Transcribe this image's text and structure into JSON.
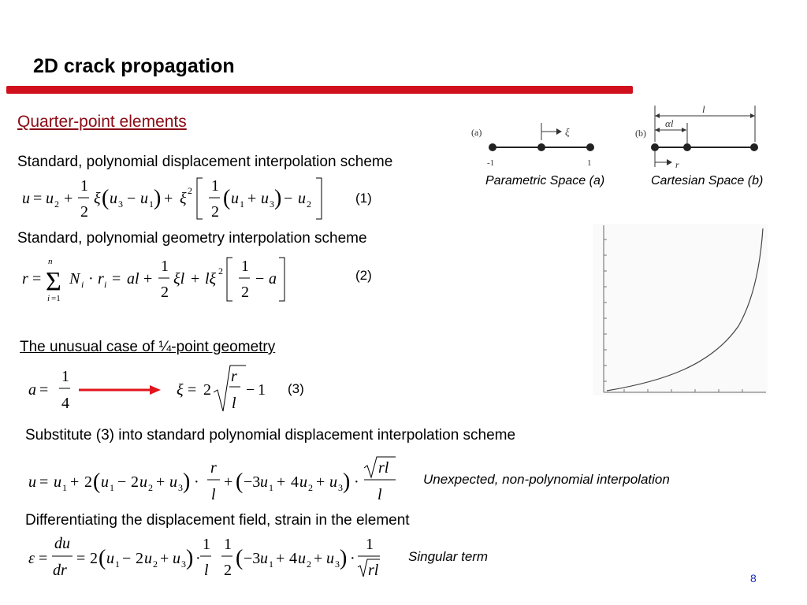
{
  "slide": {
    "title": "2D crack propagation",
    "section_heading": "Quarter-point elements",
    "page_number": "8",
    "accent_color": "#d0101d",
    "heading_color": "#8b0b16"
  },
  "content": {
    "line1": "Standard, polynomial displacement interpolation scheme",
    "eq1_number": "(1)",
    "line2": "Standard, polynomial geometry interpolation scheme",
    "eq2_number": "(2)",
    "line3": "The unusual case of ¼-point geometry",
    "eq3_number": "(3)",
    "line4": "Substitute (3) into standard polynomial displacement interpolation scheme",
    "note4": "Unexpected, non-polynomial interpolation",
    "line5": "Differentiating the displacement field, strain in the element",
    "note5": "Singular term"
  },
  "equations": {
    "eq1": "u = u₂ + ½ξ(u₃ − u₁) + ξ²[½(u₁ + u₃) − u₂]",
    "eq2": "r = Σᵢ₌₁ⁿ Nᵢ · rᵢ = al + ½ξl + lξ²[½ − a]",
    "eq3_left": "a = 1/4",
    "eq3_right": "ξ = 2√(r/l) − 1",
    "eq4": "u = u₁ + 2(u₁ − 2u₂ + u₃) · r/l + (−3u₁ + 4u₂ + u₃) · √(rl)/l",
    "eq5": "ε = du/dr = 2(u₁ − 2u₂ + u₃) · (1/l)(1/2)(−3u₁ + 4u₂ + u₃) · 1/√(rl)"
  },
  "figures": {
    "parametric": {
      "tag": "(a)",
      "arrow_label": "ξ",
      "tick_left": "-1",
      "tick_right": "1",
      "caption": "Parametric Space (a)"
    },
    "cartesian": {
      "tag": "(b)",
      "dim_label_top": "l",
      "dim_label_inner": "αl",
      "arrow_label": "r",
      "caption": "Cartesian Space (b)"
    }
  }
}
